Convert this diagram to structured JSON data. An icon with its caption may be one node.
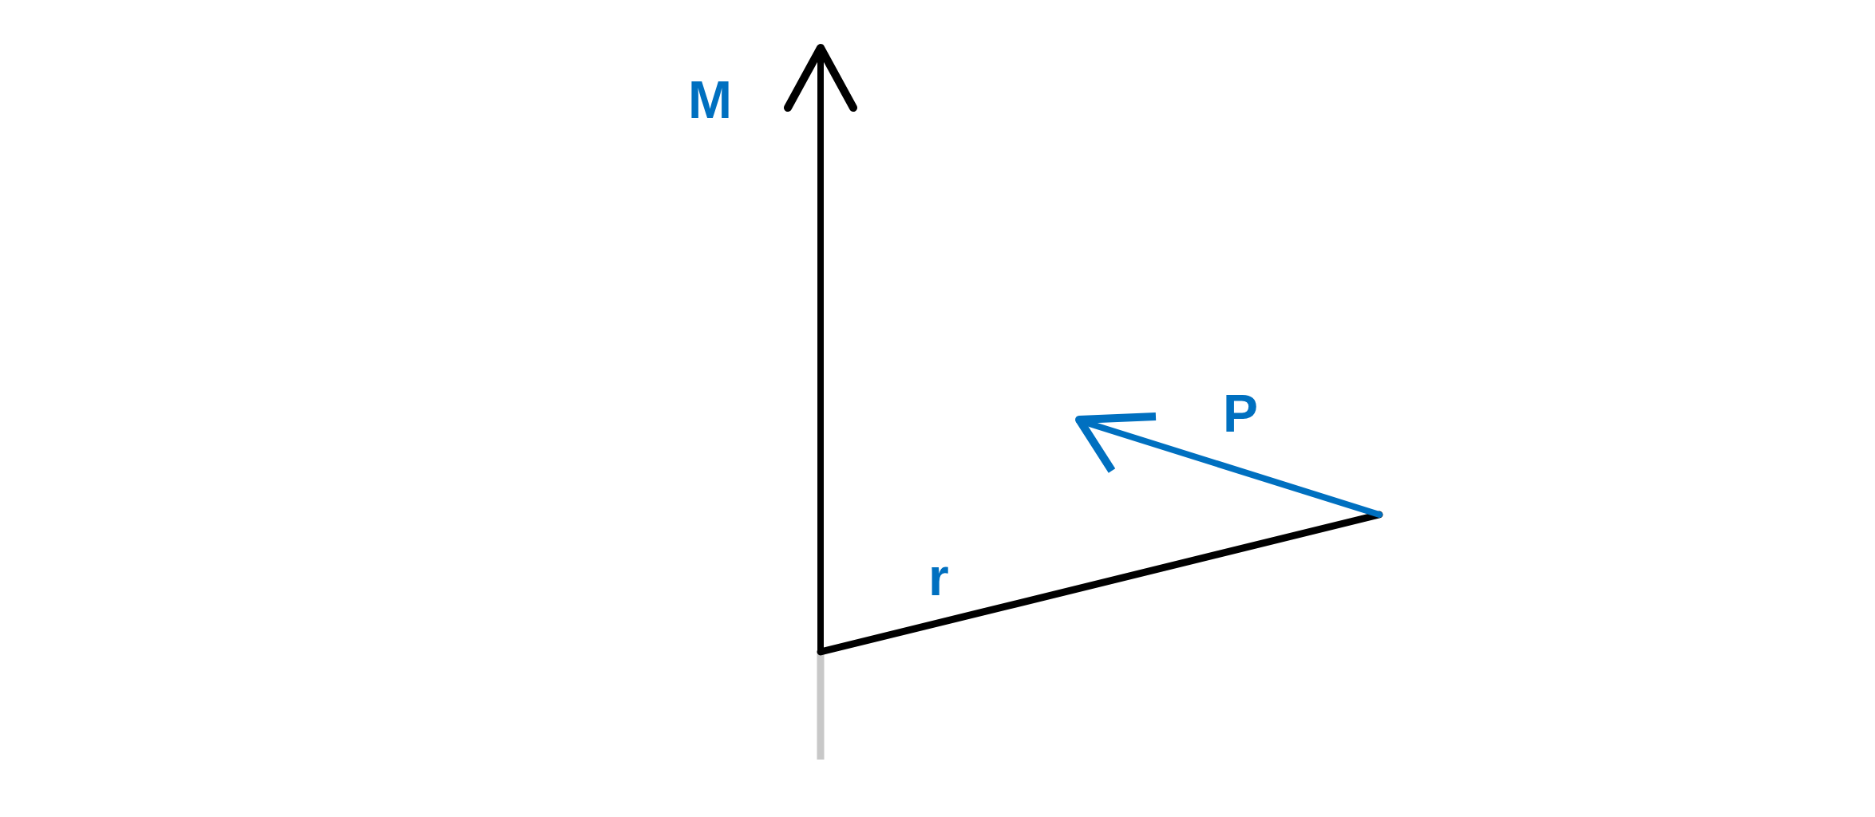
{
  "diagram": {
    "labels": [
      "M",
      "P",
      "r"
    ]
  }
}
